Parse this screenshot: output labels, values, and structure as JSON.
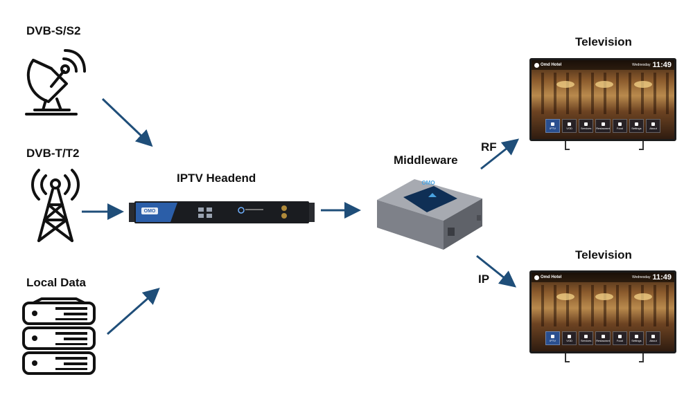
{
  "sources": {
    "satellite": "DVB-S/S2",
    "terrestrial": "DVB-T/T2",
    "local": "Local Data"
  },
  "headend": {
    "label": "IPTV Headend",
    "brand": "OMO"
  },
  "middleware": {
    "label": "Middleware",
    "brand": "OMO"
  },
  "links": {
    "rf": "RF",
    "ip": "IP"
  },
  "televisions": [
    {
      "title": "Television",
      "hotel_name": "Omd Hotel",
      "day": "Wednesday",
      "time": "11:49",
      "menu": [
        "IPTV",
        "VOD",
        "Services",
        "Restaurant",
        "Food",
        "Settings",
        "About"
      ]
    },
    {
      "title": "Television",
      "hotel_name": "Omd Hotel",
      "day": "Wednesday",
      "time": "11:49",
      "menu": [
        "IPTV",
        "VOD",
        "Services",
        "Restaurant",
        "Food",
        "Settings",
        "About"
      ]
    }
  ],
  "colors": {
    "arrow": "#1f4e79",
    "icon": "#111111",
    "headend_body": "#1a1c20",
    "headend_stripe": "#2b5ea8",
    "middleware_body": "#8a8d94",
    "middleware_panel": "#0f2f55"
  },
  "icons": [
    "satellite-dish-icon",
    "antenna-tower-icon",
    "server-stack-icon"
  ]
}
